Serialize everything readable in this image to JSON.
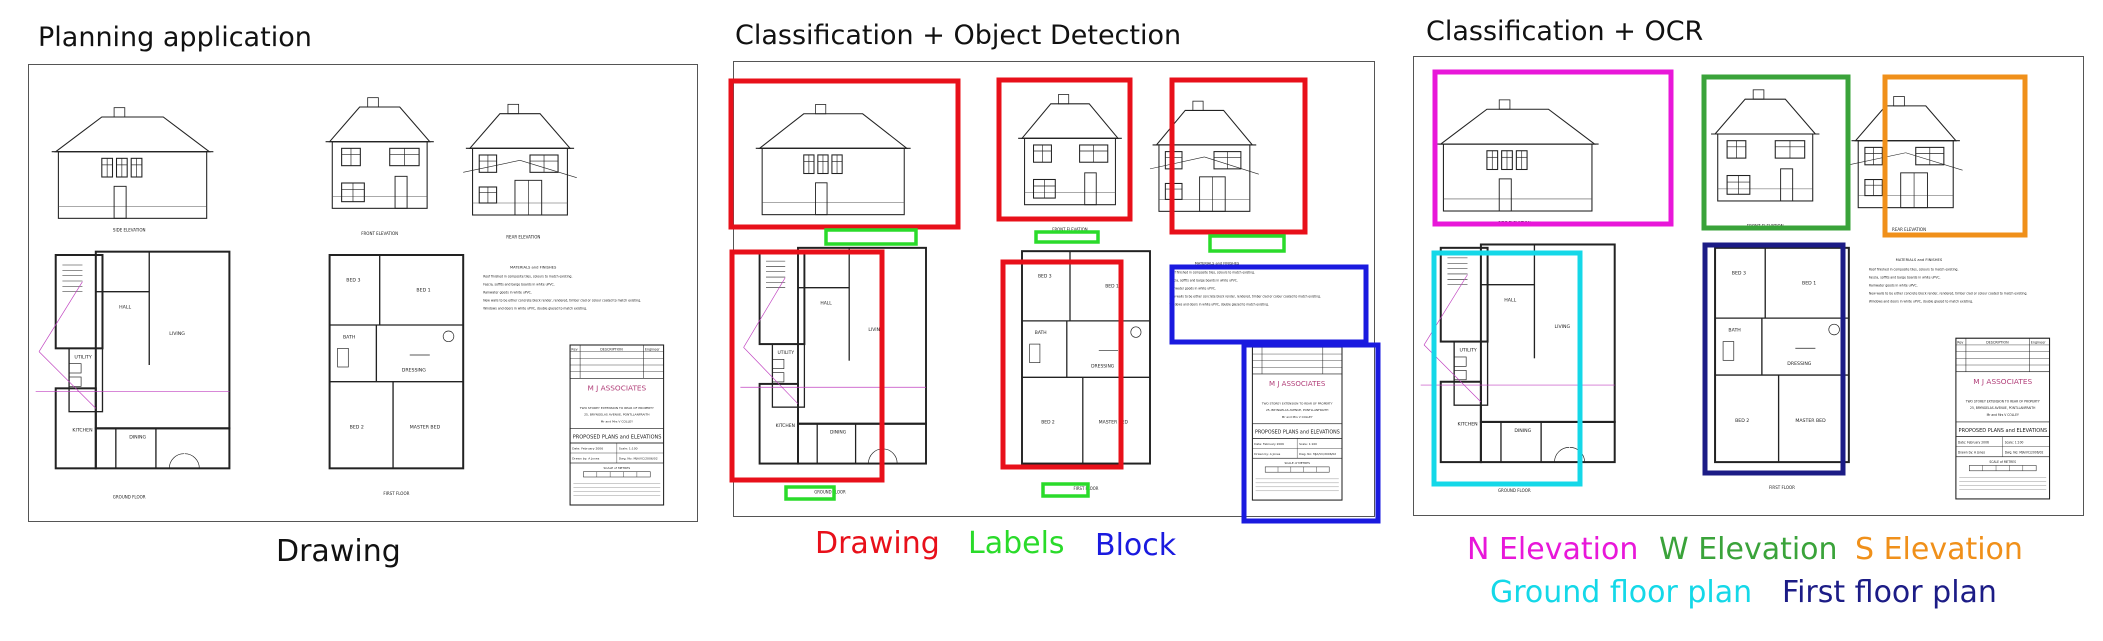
{
  "panels": [
    {
      "title": "Planning application",
      "caption": "Drawing"
    },
    {
      "title": "Classification + Object Detection"
    },
    {
      "title": "Classification + OCR"
    }
  ],
  "legend_mid": [
    {
      "label": "Drawing",
      "color": "#e8101a"
    },
    {
      "label": "Labels",
      "color": "#2adb2a"
    },
    {
      "label": "Block",
      "color": "#1a1adf"
    }
  ],
  "legend_right": [
    {
      "label": "N Elevation",
      "color": "#e817d9"
    },
    {
      "label": "W Elevation",
      "color": "#3aa33a"
    },
    {
      "label": "S Elevation",
      "color": "#f0901a"
    },
    {
      "label": "Ground floor plan",
      "color": "#14d8e8"
    },
    {
      "label": "First floor plan",
      "color": "#1c1c86"
    }
  ],
  "sheet": {
    "elev_labels": [
      "SIDE ELEVATION",
      "FRONT ELEVATION",
      "REAR ELEVATION"
    ],
    "plan_labels": [
      "GROUND FLOOR",
      "FIRST FLOOR"
    ],
    "rooms_ground": [
      "HALL",
      "LIVING",
      "UTILITY",
      "KITCHEN",
      "DINING"
    ],
    "rooms_first": [
      "BED 3",
      "BED 1",
      "BATH",
      "DRESSING",
      "BED 2",
      "MASTER BED"
    ],
    "notes_title": "MATERIALS and FINISHES",
    "notes": [
      "Roof finished in composite tiles, colours to match existing.",
      "Fascia, soffits and barge boards in white uPVC.",
      "Rainwater goods in white uPVC.",
      "New walls to be either concrete block render, rendered, timber clad or colour coated to match existing.",
      "Windows and doors in white uPVC, double glazed to match existing."
    ],
    "tb_headers": [
      "Rev",
      "DESCRIPTION",
      "Engineer"
    ],
    "tb_company": "M J ASSOCIATES",
    "tb_project": "TWO STOREY EXTENSION TO REAR OF PROPERTY",
    "tb_address": "25, BRYNGELAS AVENUE, PONTLLANFRAITH",
    "tb_client": "Mr and Mrs V COLLEY",
    "tb_drawing": "PROPOSED PLANS and ELEVATIONS",
    "tb_date": "Date: February 2006",
    "tb_scale": "Scale: 1:100",
    "tb_drawn": "Drawn by: A Jones",
    "tb_dwgno": "Dwg. No: MJA/VC/2006/02",
    "tb_scale_bar": "SCALE of METRES"
  }
}
